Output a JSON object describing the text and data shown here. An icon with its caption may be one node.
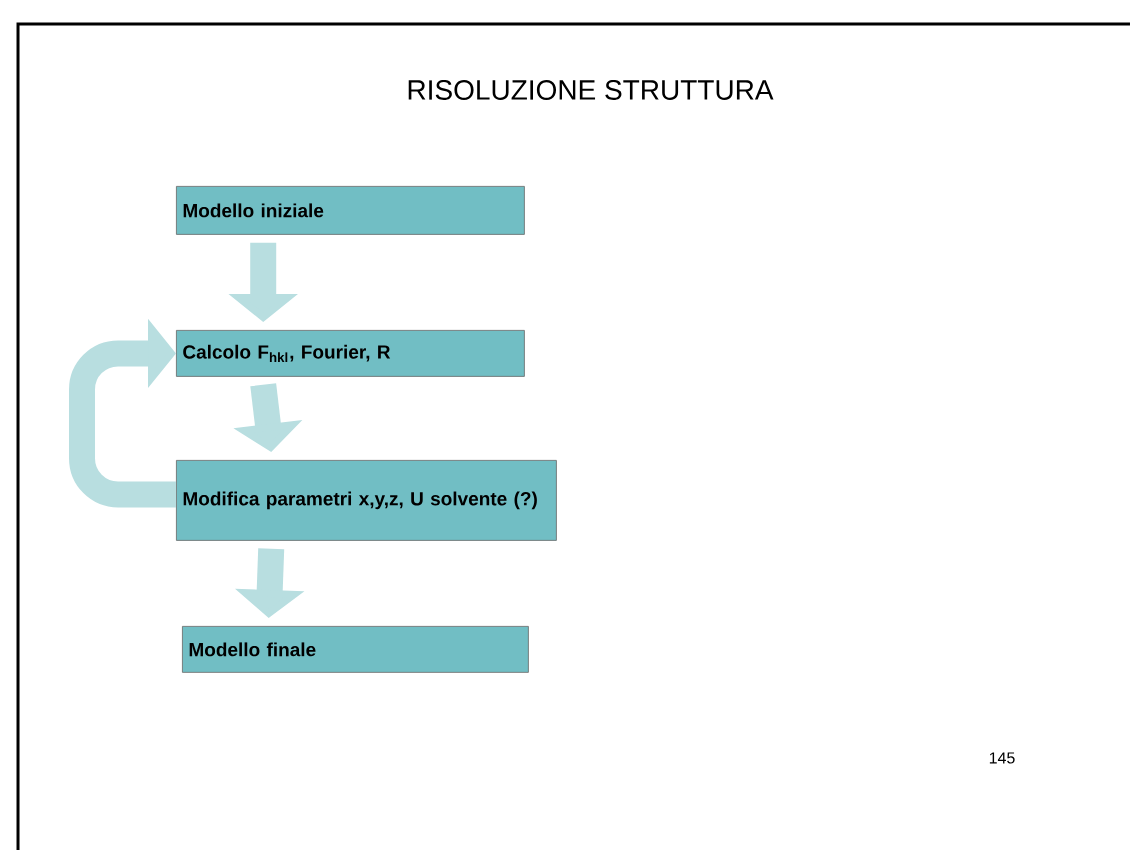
{
  "diagram": {
    "title": "RISOLUZIONE STRUTTURA",
    "nodes": [
      {
        "text": [
          "Modello iniziale"
        ]
      },
      {
        "text": [
          "Calcolo F$_{hkl}$, Fourier, R"
        ]
      },
      {
        "text": [
          "Modifica parametri x,y,z, U solvente (?)"
        ]
      },
      {
        "text": [
          "Modello finale"
        ]
      }
    ],
    "edges": [
      {
        "from": 0,
        "to": 1,
        "arrow": "to"
      },
      {
        "from": 1,
        "to": 2,
        "arrow": "to"
      },
      {
        "from": 2,
        "to": 3,
        "arrow": "to"
      },
      {
        "from": 2,
        "to": 1,
        "arrow": "to"
      }
    ],
    "labels": [
      "145"
    ]
  }
}
